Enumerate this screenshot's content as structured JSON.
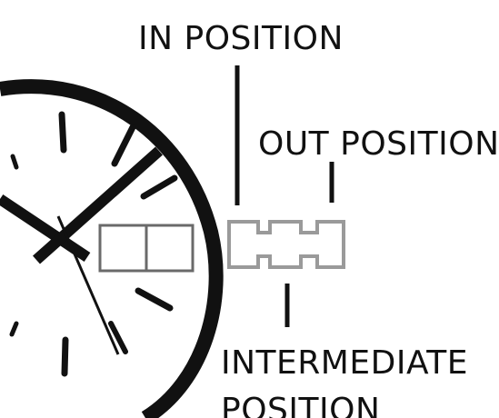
{
  "labels": {
    "in_position": "IN POSITION",
    "out_position": "OUT POSITION",
    "intermediate_position": [
      "INTERMEDIATE",
      "POSITION"
    ]
  },
  "colors": {
    "ink": "#111111",
    "crown_outline": "#9a9a9a",
    "background": "#ffffff"
  }
}
